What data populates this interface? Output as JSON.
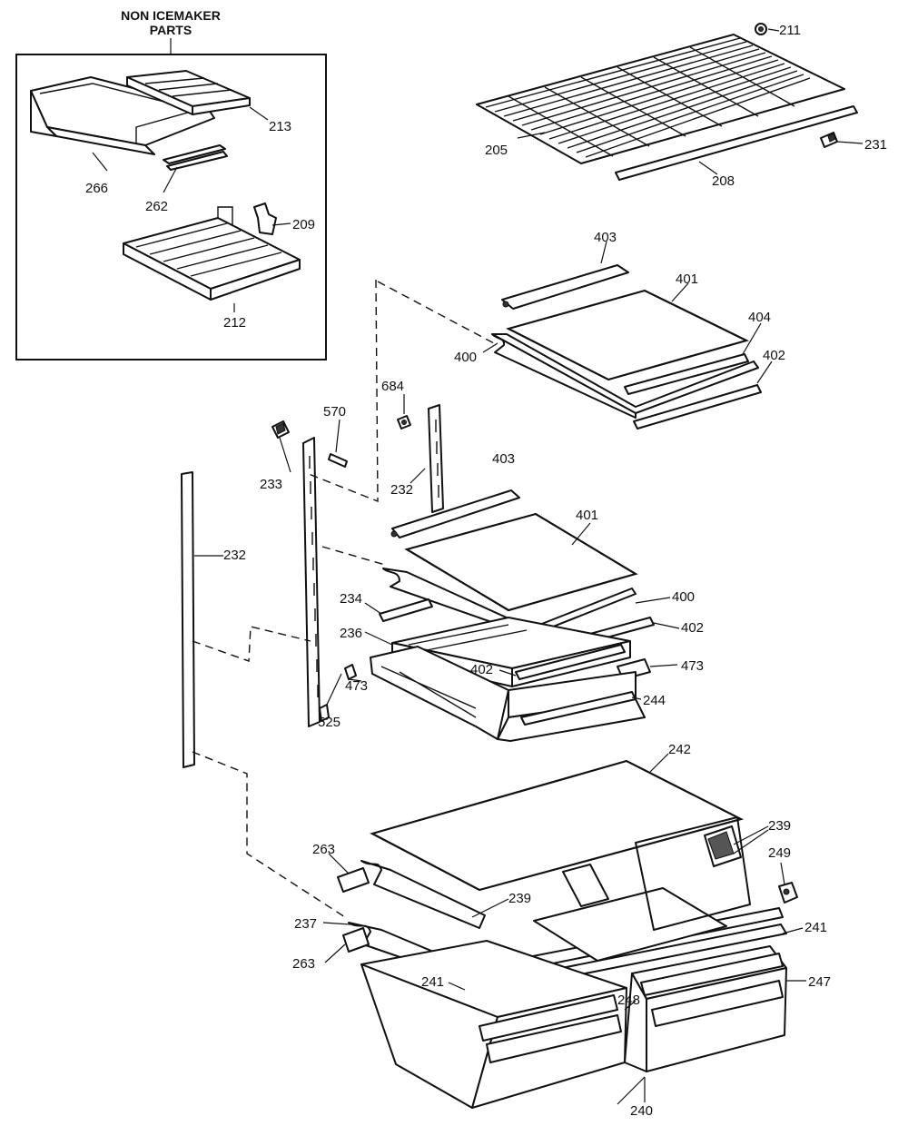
{
  "header": {
    "line1": "NON ICEMAKER",
    "line2": "PARTS"
  },
  "labels": {
    "p211": "211",
    "p213": "213",
    "p205": "205",
    "p231": "231",
    "p208": "208",
    "p266": "266",
    "p262": "262",
    "p209": "209",
    "p212": "212",
    "p403a": "403",
    "p401a": "401",
    "p404": "404",
    "p400a": "400",
    "p402a": "402",
    "p684": "684",
    "p570": "570",
    "p233": "233",
    "p232a": "232",
    "p403b": "403",
    "p401b": "401",
    "p232b": "232",
    "p400b": "400",
    "p234": "234",
    "p402b": "402",
    "p236": "236",
    "p473a": "473",
    "p402c": "402",
    "p473b": "473",
    "p525": "525",
    "p244": "244",
    "p242": "242",
    "p239a": "239",
    "p263a": "263",
    "p249": "249",
    "p239b": "239",
    "p237": "237",
    "p241a": "241",
    "p263b": "263",
    "p241b": "241",
    "p247": "247",
    "p248": "248",
    "p240": "240"
  }
}
